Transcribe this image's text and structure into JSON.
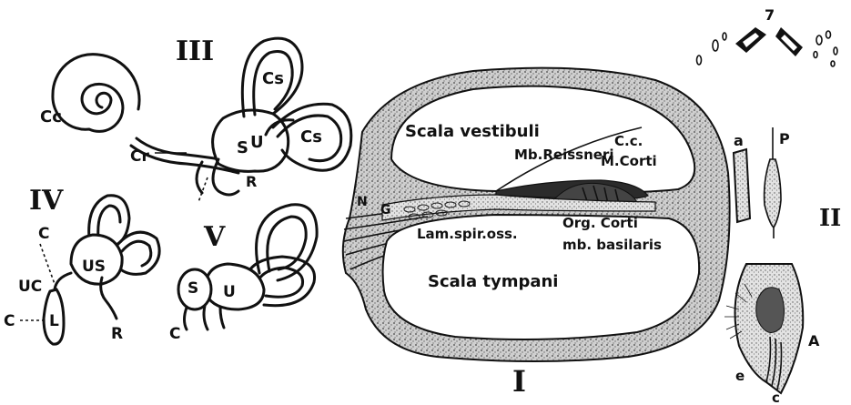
{
  "figures": {
    "I": {
      "numeral": "I",
      "labels": {
        "scala_vestibuli": "Scala vestibuli",
        "mb_reissneri": "Mb.Reissneri",
        "cc": "C.c.",
        "m_corti": "M.Corti",
        "g": "G",
        "n": "N",
        "org_corti": "Org. Corti",
        "mb_basilaris": "mb. basilaris",
        "lam_spir_oss": "Lam.spir.oss.",
        "scala_tympani": "Scala tympani"
      }
    },
    "II": {
      "numeral": "II",
      "labels": {
        "a": "a",
        "p": "P",
        "A": "A",
        "e": "e",
        "c": "c",
        "seven": "7"
      }
    },
    "III": {
      "numeral": "III",
      "labels": {
        "cc": "Cc",
        "cr": "Cr",
        "s": "S",
        "u": "U",
        "cs_top": "Cs",
        "cs_right": "Cs",
        "r": "R"
      }
    },
    "IV": {
      "numeral": "IV",
      "labels": {
        "c": "C",
        "uc": "UC",
        "us": "US",
        "c_low": "C",
        "l": "L",
        "r": "R"
      }
    },
    "V": {
      "numeral": "V",
      "labels": {
        "s": "S",
        "u": "U",
        "c": "C"
      }
    }
  }
}
